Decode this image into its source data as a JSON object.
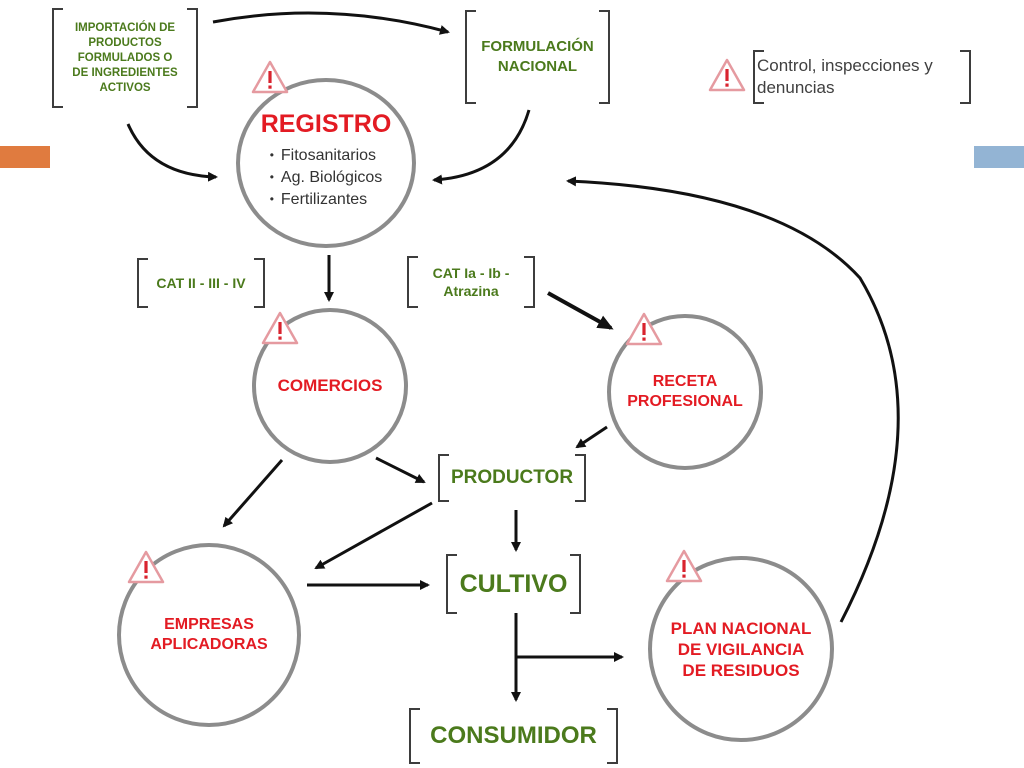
{
  "colors": {
    "green": "#4b7a1c",
    "red": "#e31b23",
    "circle_border": "#8c8c8c",
    "arrow": "#111111",
    "accent_left": "#e07b3f",
    "accent_right": "#93b4d4"
  },
  "icons": {
    "warning": "warning-triangle-icon"
  },
  "nodes": {
    "importacion": {
      "line1": "IMPORTACIÓN DE",
      "line2": "PRODUCTOS",
      "line3": "FORMULADOS O",
      "line4": "DE INGREDIENTES",
      "line5": "ACTIVOS"
    },
    "formulacion": {
      "line1": "FORMULACIÓN",
      "line2": "NACIONAL"
    },
    "legend": {
      "line1": "Control, inspecciones y",
      "line2": "denuncias"
    },
    "registro": {
      "title": "REGISTRO",
      "items": [
        "Fitosanitarios",
        "Ag. Biológicos",
        "Fertilizantes"
      ]
    },
    "cat_ii": {
      "label": "CAT II - III - IV"
    },
    "cat_ia": {
      "line1": "CAT Ia - Ib -",
      "line2": "Atrazina"
    },
    "comercios": {
      "label": "COMERCIOS"
    },
    "receta": {
      "line1": "RECETA",
      "line2": "PROFESIONAL"
    },
    "productor": {
      "label": "PRODUCTOR"
    },
    "empresas": {
      "line1": "EMPRESAS",
      "line2": "APLICADORAS"
    },
    "cultivo": {
      "label": "CULTIVO"
    },
    "plan": {
      "line1": "PLAN NACIONAL",
      "line2": "DE VIGILANCIA",
      "line3": "DE RESIDUOS"
    },
    "consumidor": {
      "label": "CONSUMIDOR"
    }
  }
}
